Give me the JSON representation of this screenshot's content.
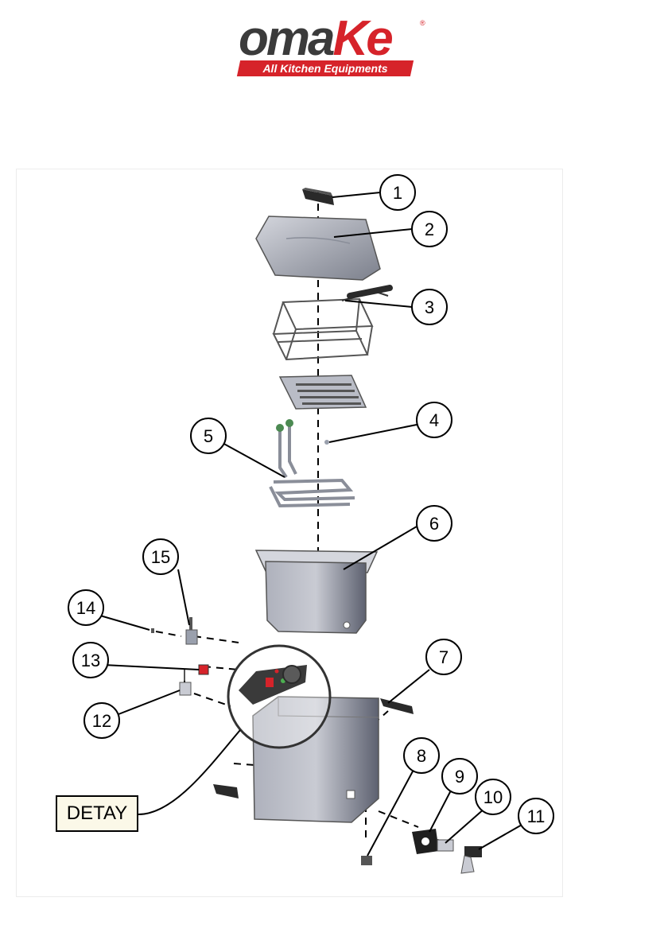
{
  "logo": {
    "word_dark": "oma",
    "word_red": "Ke",
    "registered": "®",
    "tagline": "All Kitchen Equipments"
  },
  "callouts": [
    "1",
    "2",
    "3",
    "4",
    "5",
    "6",
    "7",
    "8",
    "9",
    "10",
    "11",
    "12",
    "13",
    "14",
    "15"
  ],
  "detail_label": "DETAY",
  "colors": {
    "brand_red": "#d6232a",
    "brand_dark": "#3b3b3b",
    "steel": "#b9bcc6",
    "steel_dark": "#6f7380",
    "part_black": "#2a2a2a",
    "detail_box": "#fbf8e8"
  }
}
